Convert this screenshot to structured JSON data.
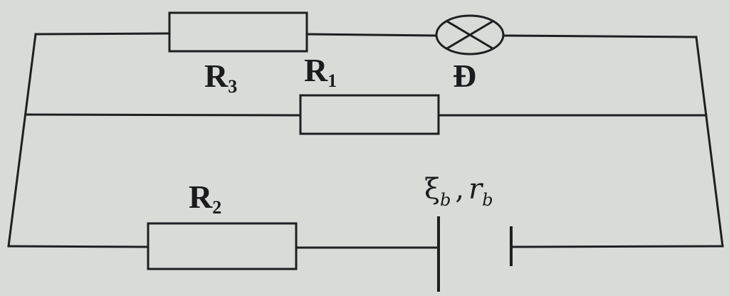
{
  "labels": {
    "r3": {
      "main": "R",
      "sub": "3"
    },
    "r1": {
      "main": "R",
      "sub": "1"
    },
    "lamp": {
      "main": "Đ"
    },
    "r2": {
      "main": "R",
      "sub": "2"
    },
    "source": {
      "emf": "ξ",
      "emf_sub": "b",
      "separator": ",",
      "internal_r": "r",
      "internal_r_sub": "b"
    }
  },
  "colors": {
    "ink": "#1f1f22",
    "paper": "#d9dbd8"
  },
  "icons": {
    "lamp": "lamp-cross-circle-icon",
    "battery": "battery-cell-icon"
  }
}
